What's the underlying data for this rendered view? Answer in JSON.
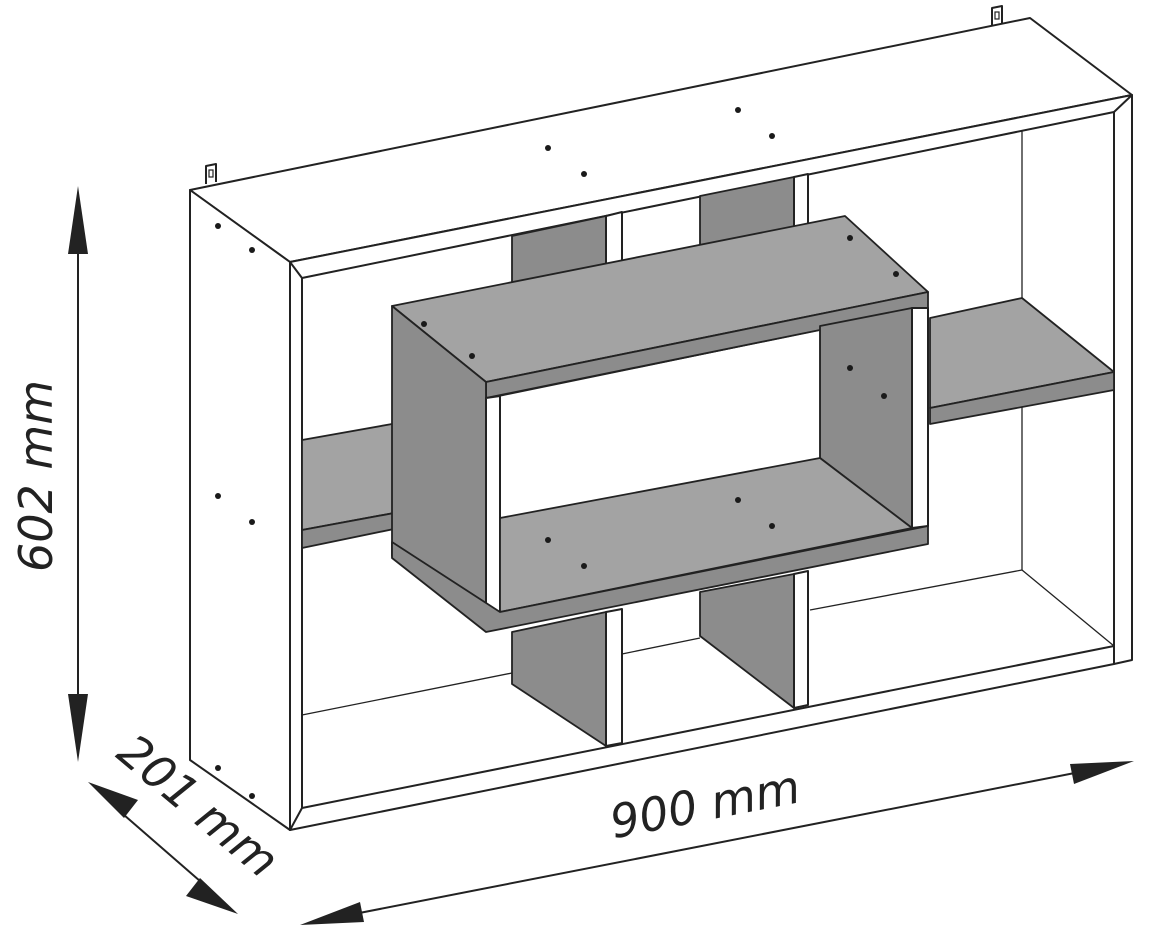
{
  "dimensions": {
    "height_label": "602 mm",
    "width_label": "900 mm",
    "depth_label": "201 mm"
  }
}
